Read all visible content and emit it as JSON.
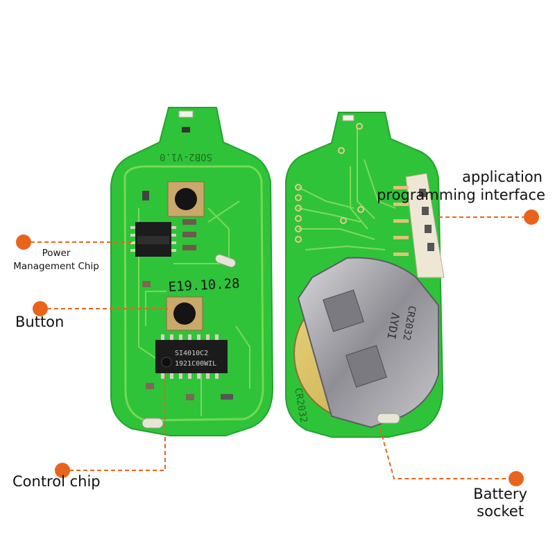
{
  "callouts": {
    "power_line1": "Power",
    "power_line2": "Management Chip",
    "button": "Button",
    "control": "Control chip",
    "app_line1": "application",
    "app_line2": "programming interface",
    "battery_line1": "Battery",
    "battery_line2": "socket"
  },
  "board_markings": {
    "model": "SOB2-V1.0",
    "date": "E19.10.28",
    "chip_line1": "SI4010C2",
    "chip_line2": "1921C00WIL",
    "battery_type": "CR2032",
    "holder_text_1": "ΛYDI",
    "holder_text_2": "CR2032"
  },
  "colors": {
    "pcb": "#2fc33a",
    "pcb_dark": "#22a32d",
    "trace": "#8fe05f",
    "pad": "#e8c98e",
    "accent": "#e8641c",
    "metal": "#9a9aa0"
  }
}
